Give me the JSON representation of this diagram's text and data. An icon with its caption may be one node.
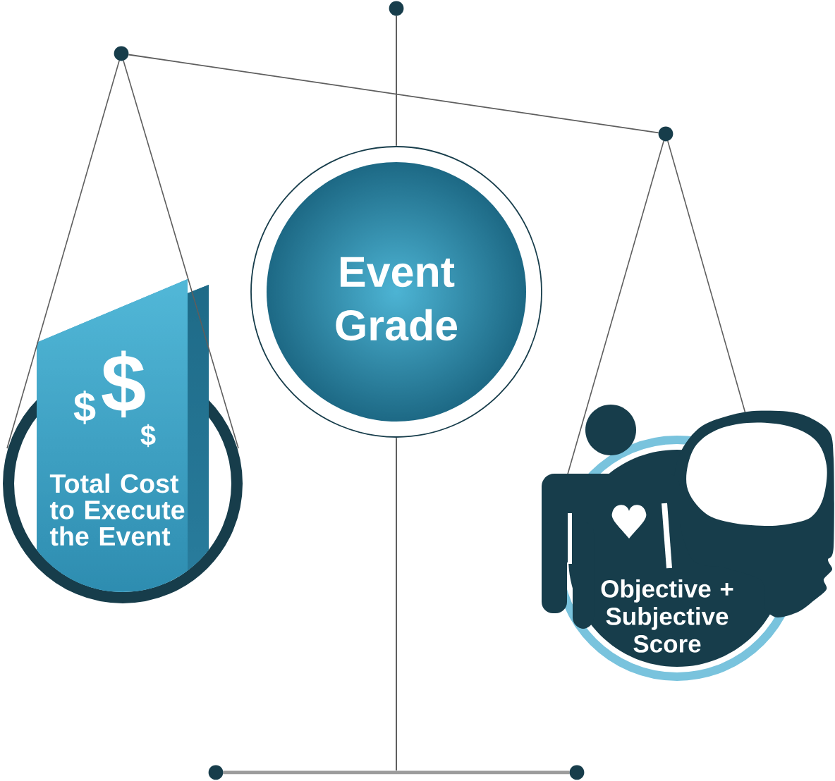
{
  "diagram": {
    "nodes": [
      {
        "text": [
          "Event Grade"
        ]
      },
      {
        "text": [
          "$",
          "$",
          "$",
          "Total Cost to Execute the Event"
        ]
      },
      {
        "text": [
          "Objective + Subjective Score"
        ]
      }
    ]
  }
}
